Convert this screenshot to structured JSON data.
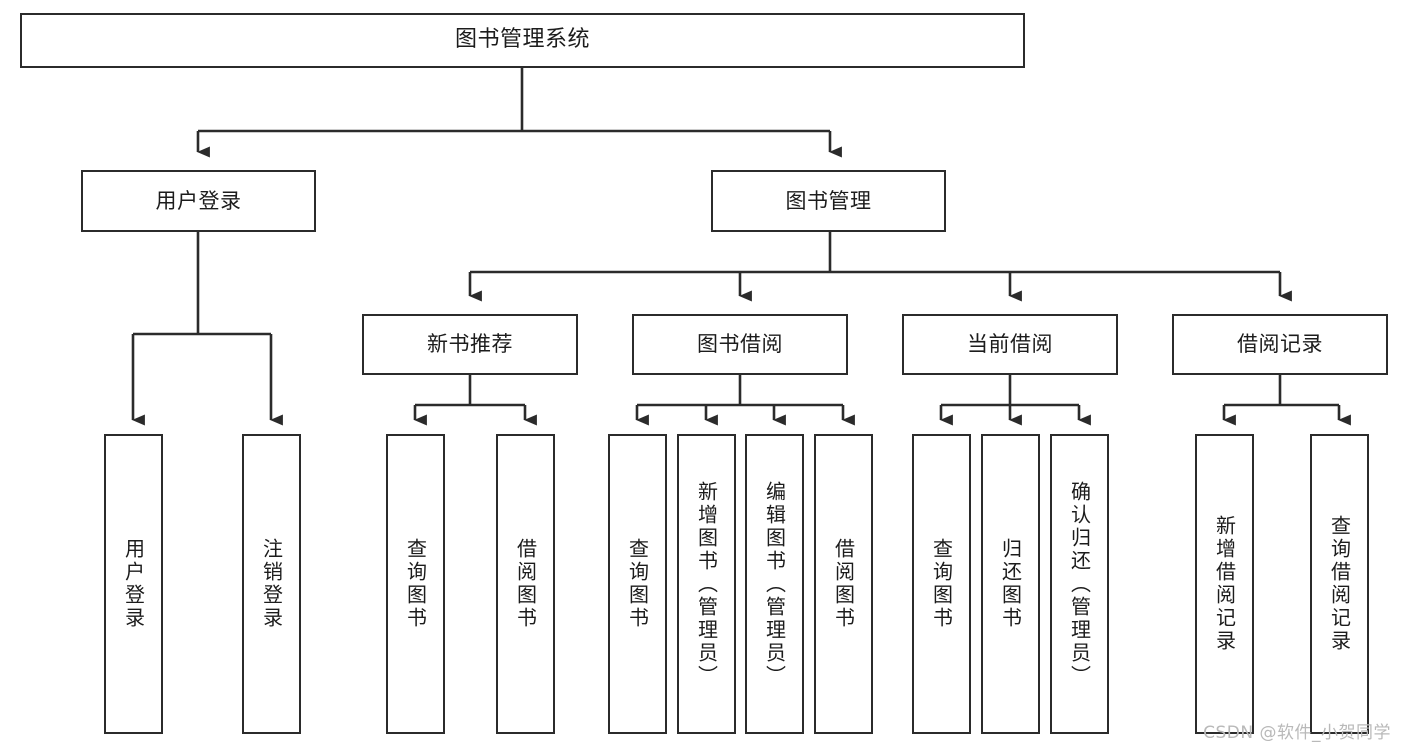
{
  "diagram": {
    "title": "图书管理系统",
    "type": "tree",
    "watermark": "CSDN @软件_小贺同学",
    "colors": {
      "border": "#2b2b2b",
      "background": "#ffffff",
      "text": "#1c1c1c",
      "watermark": "#b9b9b9"
    },
    "root": {
      "label": "图书管理系统"
    },
    "level1": [
      {
        "id": "user-login",
        "label": "用户登录"
      },
      {
        "id": "book-manage",
        "label": "图书管理"
      }
    ],
    "level2": [
      {
        "id": "new-book-recommend",
        "label": "新书推荐"
      },
      {
        "id": "book-borrow",
        "label": "图书借阅"
      },
      {
        "id": "current-borrow",
        "label": "当前借阅"
      },
      {
        "id": "borrow-record",
        "label": "借阅记录"
      }
    ],
    "leaves": {
      "user_login": [
        {
          "id": "leaf-user-login",
          "label": "用户登录"
        },
        {
          "id": "leaf-logout-login",
          "label": "注销登录"
        }
      ],
      "new_book_recommend": [
        {
          "id": "leaf-query-book-1",
          "label": "查询图书"
        },
        {
          "id": "leaf-borrow-book-1",
          "label": "借阅图书"
        }
      ],
      "book_borrow": [
        {
          "id": "leaf-query-book-2",
          "label": "查询图书"
        },
        {
          "id": "leaf-add-book",
          "label": "新增图书（管理员）"
        },
        {
          "id": "leaf-edit-book",
          "label": "编辑图书（管理员）"
        },
        {
          "id": "leaf-borrow-book-2",
          "label": "借阅图书"
        }
      ],
      "current_borrow": [
        {
          "id": "leaf-query-book-3",
          "label": "查询图书"
        },
        {
          "id": "leaf-return-book",
          "label": "归还图书"
        },
        {
          "id": "leaf-confirm-return",
          "label": "确认归还（管理员）"
        }
      ],
      "borrow_record": [
        {
          "id": "leaf-add-record",
          "label": "新增借阅记录"
        },
        {
          "id": "leaf-query-record",
          "label": "查询借阅记录"
        }
      ]
    }
  }
}
